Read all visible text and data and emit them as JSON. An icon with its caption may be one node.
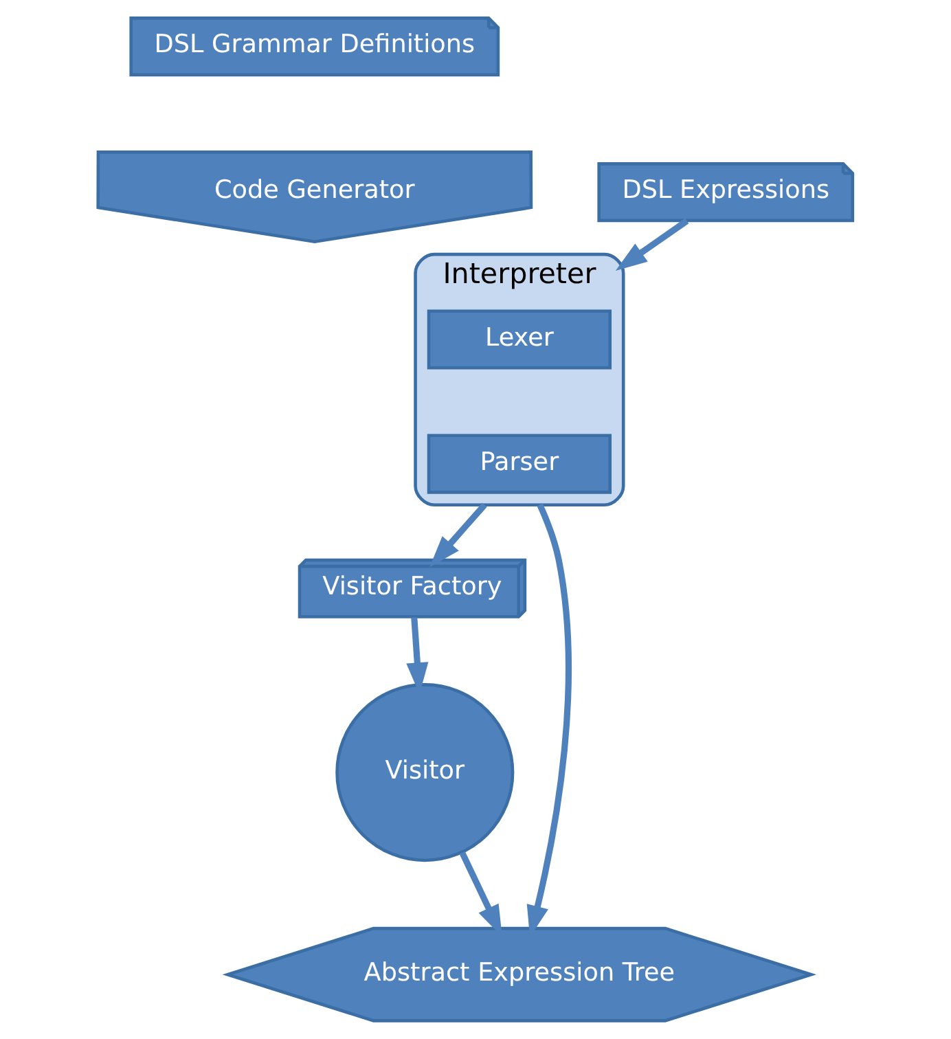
{
  "diagram": {
    "nodes": [
      {
        "text": [
          "DSL Grammar Definitions"
        ]
      },
      {
        "text": [
          "Code Generator"
        ]
      },
      {
        "text": [
          "Interpreter"
        ]
      },
      {
        "text": [
          "Lexer"
        ],
        "in": 2
      },
      {
        "text": [
          "Parser"
        ],
        "in": 2
      },
      {
        "text": [
          "DSL Expressions"
        ]
      },
      {
        "text": [
          "Visitor Factory"
        ]
      },
      {
        "text": [
          "Visitor"
        ]
      },
      {
        "text": [
          "Abstract Expression Tree"
        ]
      }
    ],
    "edges": [
      {
        "from": 5,
        "to": 2,
        "arrow": "to"
      },
      {
        "from": 2,
        "to": 6,
        "arrow": "to"
      },
      {
        "from": 2,
        "to": 8,
        "arrow": "to"
      },
      {
        "from": 6,
        "to": 7,
        "arrow": "to"
      },
      {
        "from": 7,
        "to": 8,
        "arrow": "to"
      }
    ]
  }
}
